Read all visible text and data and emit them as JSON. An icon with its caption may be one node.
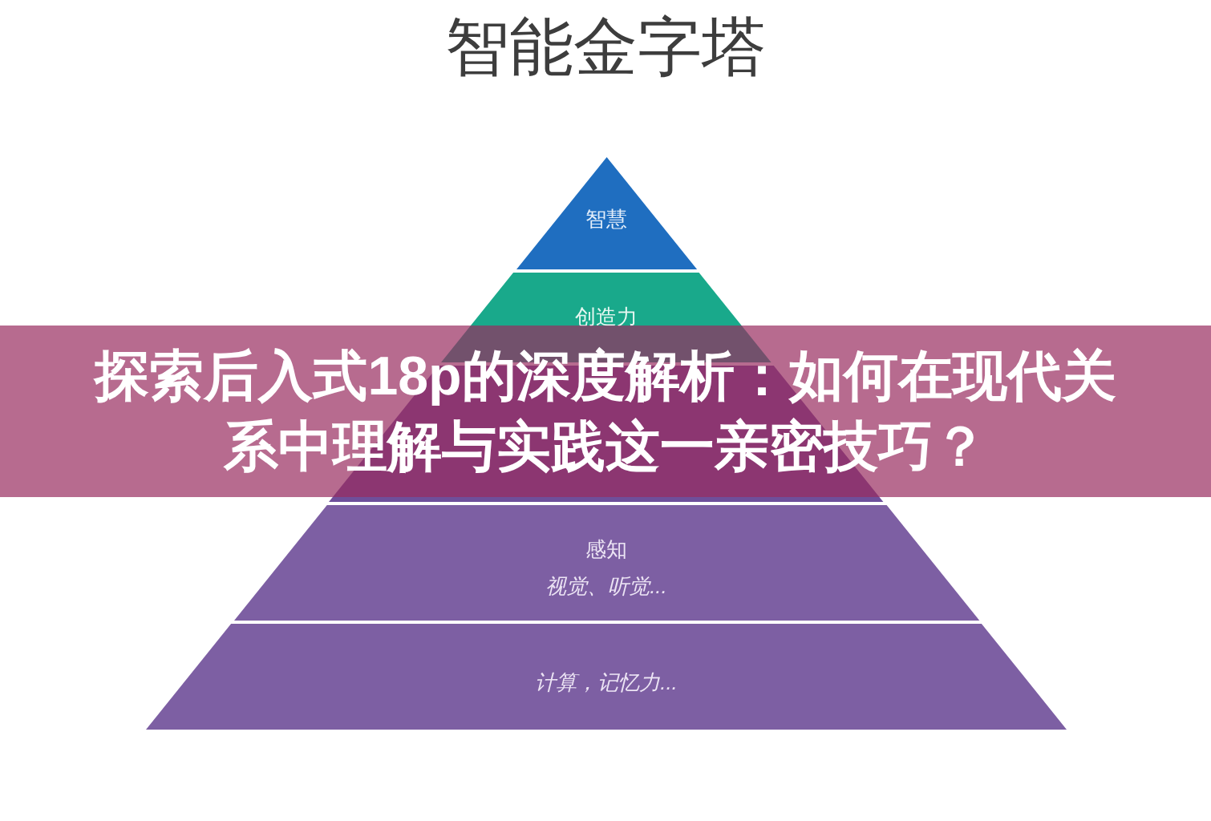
{
  "diagram": {
    "title": "智能金字塔",
    "nodes": [
      {
        "text": [
          "智慧"
        ]
      },
      {
        "text": [
          "创造力"
        ]
      },
      {
        "text": [],
        "shape": "trapezoid"
      },
      {
        "text": [
          "感知",
          "视觉、听觉..."
        ]
      },
      {
        "text": [
          "计算，记忆力..."
        ]
      }
    ],
    "labels": [
      "探索后入式18p的深度解析：如何在现代关系中理解与实践这一亲密技巧？"
    ]
  }
}
